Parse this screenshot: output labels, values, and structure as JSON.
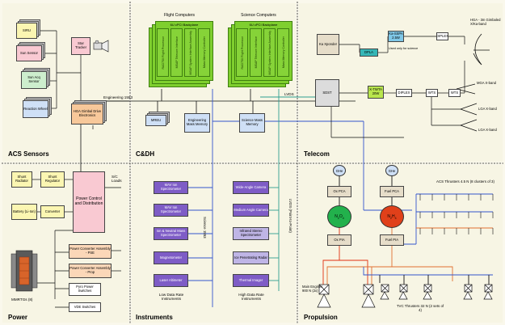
{
  "sections": {
    "acs": "ACS Sensors",
    "cdh": "C&DH",
    "telecom": "Telecom",
    "power": "Power",
    "instruments": "Instruments",
    "propulsion": "Propulsion"
  },
  "acs": {
    "siru": "SIRU",
    "sun_sensor": "Sun Sensor",
    "sun_acq_sensor": "Sun Acq Sensor",
    "reaction_wheel": "Reaction Wheel",
    "star_tracker": "Star Tracker",
    "hga_gimbal": "HGA Gimbal Drive Electronics"
  },
  "cdh": {
    "flight_computers": "Flight Computers",
    "science_computers": "Science Computers",
    "backplane": "6U cPCI Backplane",
    "fc_cards": [
      "RAD750 Flight Processor",
      "MSAP Telecom Interface",
      "MSAP System Interface Assembly",
      "Mass Memory Controller"
    ],
    "sc_cards": [
      "RAD750 Flight Processor",
      "MSAP Telecom Interface",
      "MSAP System Interface Assembly",
      "Mass Memory Controller"
    ],
    "mreu": "MREU",
    "eng_mem": "Engineering Mass Memory",
    "sci_mem": "Science Mass Memory",
    "eng_bus": "Engineering 1553",
    "lvds": "LVDS"
  },
  "telecom": {
    "ka_xponder": "Ka Xponder",
    "sdst": "SDST",
    "ka_sspa": "Ka-SSPA 2.5W",
    "x_twta": "X-TWTA 20W",
    "diplex": "DIPLEX",
    "diplex2": "DIPLEX",
    "dpla": "DPLA",
    "used_for_science": "Used only for science",
    "hga": "HGA - 3m Gimbaled X/Ka-band",
    "mga": "MGA X-band",
    "lga1": "LGA X-band",
    "lga2": "LGA X-band",
    "wts": "WTS"
  },
  "power": {
    "shunt_radiator": "Shunt Radiator",
    "shunt_regulator": "Shunt Regulator",
    "battery": "Battery (Li-Ion)",
    "converter": "Converter",
    "pcad": "Power Control and Distribution",
    "sc_loads": "S/C Loads",
    "pcad_pse": "Power Converter Assembly - PSE",
    "pcad_prop": "Power Converter Assembly - Prop",
    "pyro": "Pyro Power Switches",
    "vde": "VDE Switches",
    "mmrtg": "MMRTGs (8)"
  },
  "instruments": {
    "low_rate": [
      "MAV Ion Spectrometer",
      "MAV Ion Spectrometer",
      "Ion & Neutral Mass Spectrometer",
      "Magnetometer",
      "Laser Altimeter"
    ],
    "high_rate": [
      "Wide-Angle Camera",
      "Medium Angle Camera",
      "Infrared Stereo Spectrometer",
      "Ice Penetrating Radar",
      "Thermal Imager"
    ],
    "science_bus": "Science 1553",
    "lvds": "LVDS (Point-to-Point)",
    "low_caption": "Low Data Rate Instruments",
    "high_caption": "High Data Rate Instruments"
  },
  "propulsion": {
    "ghe": "GHe",
    "ox_pca": "Ox PCA",
    "fuel_pca": "Fuel PCA",
    "ox_pia": "Ox PIA",
    "fuel_pia": "Fuel PIA",
    "n2o4_main": "N",
    "n2o4_sub1": "2",
    "n2o4_mid": "O",
    "n2o4_sub2": "4",
    "n2h4_main": "N",
    "n2h4_sub1": "2",
    "n2h4_mid": "H",
    "n2h4_sub2": "4",
    "acs_thrusters": "ACS Thrusters 4.5 N (8 clusters of 3)",
    "main_engines": "Main Engines 900 N (2x)",
    "tvc": "TVC Thrusters 32 N (2 sets of 4)"
  },
  "colors": {
    "bus_blue": "#3355cc",
    "lvds_teal": "#2e9e8f",
    "ox_red": "#e03010",
    "fuel_orange": "#e07030",
    "board_green": "#7fcf2e"
  }
}
